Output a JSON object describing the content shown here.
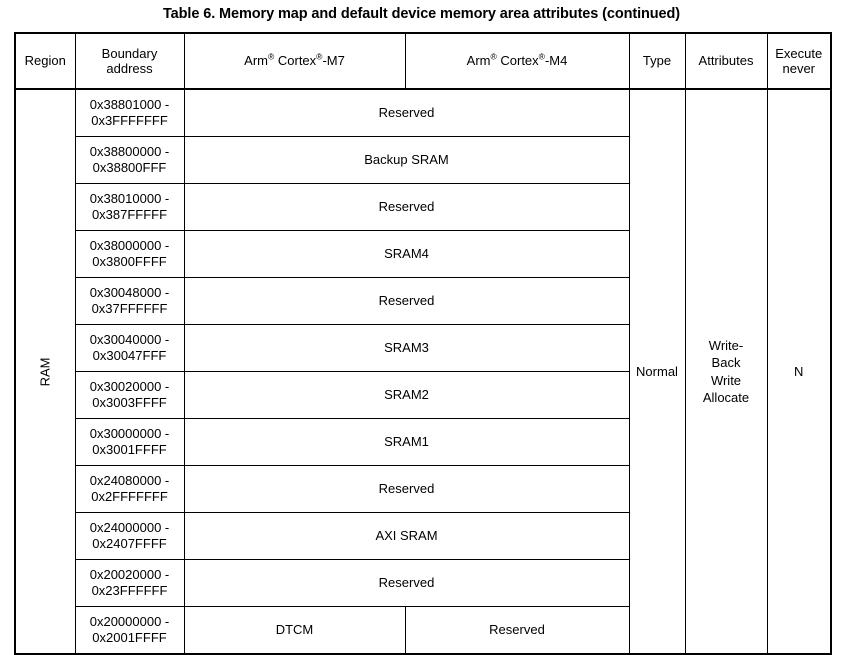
{
  "title": "Table 6. Memory map and default device memory area attributes (continued)",
  "table": {
    "headers": {
      "region": "Region",
      "boundary_line1": "Boundary",
      "boundary_line2": "address",
      "m7_prefix": "Arm",
      "m7_sup1": "®",
      "m7_mid": " Cortex",
      "m7_sup2": "®",
      "m7_suffix": "-M7",
      "m4_prefix": "Arm",
      "m4_sup1": "®",
      "m4_mid": " Cortex",
      "m4_sup2": "®",
      "m4_suffix": "-M4",
      "type": "Type",
      "attributes": "Attributes",
      "execute_line1": "Execute",
      "execute_line2": "never"
    },
    "region_label": "RAM",
    "type_value": "Normal",
    "attributes_value": {
      "line1": "Write-",
      "line2": "Back",
      "line3": "Write",
      "line4": "Allocate"
    },
    "execute_never_value": "N",
    "rows": [
      {
        "addr_start": "0x38801000 -",
        "addr_end": "0x3FFFFFFF",
        "span": true,
        "name": "Reserved"
      },
      {
        "addr_start": "0x38800000 -",
        "addr_end": "0x38800FFF",
        "span": true,
        "name": "Backup SRAM"
      },
      {
        "addr_start": "0x38010000 -",
        "addr_end": "0x387FFFFF",
        "span": true,
        "name": "Reserved"
      },
      {
        "addr_start": "0x38000000 -",
        "addr_end": "0x3800FFFF",
        "span": true,
        "name": "SRAM4"
      },
      {
        "addr_start": "0x30048000 -",
        "addr_end": "0x37FFFFFF",
        "span": true,
        "name": "Reserved"
      },
      {
        "addr_start": "0x30040000 -",
        "addr_end": "0x30047FFF",
        "span": true,
        "name": "SRAM3"
      },
      {
        "addr_start": "0x30020000 -",
        "addr_end": "0x3003FFFF",
        "span": true,
        "name": "SRAM2"
      },
      {
        "addr_start": "0x30000000 -",
        "addr_end": "0x3001FFFF",
        "span": true,
        "name": "SRAM1"
      },
      {
        "addr_start": "0x24080000 -",
        "addr_end": "0x2FFFFFFF",
        "span": true,
        "name": "Reserved"
      },
      {
        "addr_start": "0x24000000 -",
        "addr_end": "0x2407FFFF",
        "span": true,
        "name": "AXI SRAM"
      },
      {
        "addr_start": "0x20020000 -",
        "addr_end": "0x23FFFFFF",
        "span": true,
        "name": "Reserved"
      },
      {
        "addr_start": "0x20000000 -",
        "addr_end": "0x2001FFFF",
        "span": false,
        "m7": "DTCM",
        "m4": "Reserved"
      }
    ]
  }
}
